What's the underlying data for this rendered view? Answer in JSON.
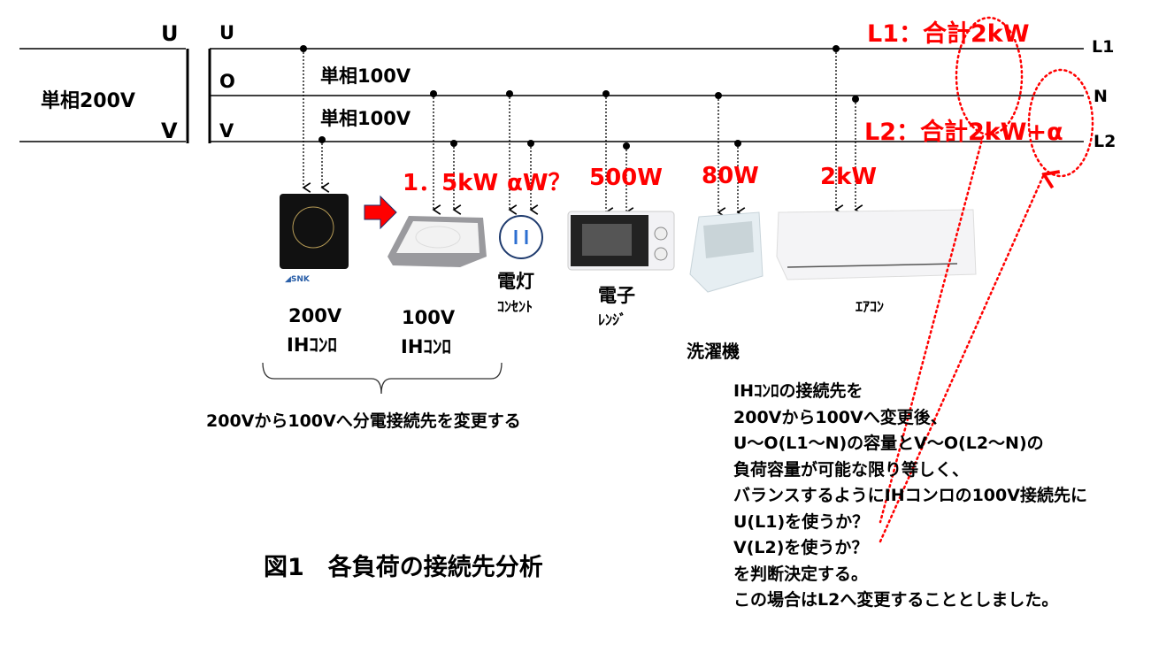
{
  "lines": {
    "left_u": "U",
    "left_v": "V",
    "left_system": "単相200V",
    "right_u": "U",
    "right_o": "O",
    "right_v": "V",
    "single_phase_1": "単相100V",
    "single_phase_2": "単相100V",
    "l1": "L1",
    "n": "N",
    "l2": "L2"
  },
  "totals": {
    "l1_total": "L1：合計2kW",
    "l2_total": "L2：合計2kW+α"
  },
  "loads": [
    {
      "power": "",
      "label_top": "200V",
      "label_bottom": "IHｺﾝﾛ",
      "brand": "SNK"
    },
    {
      "power": "1．5kW",
      "label_top": "100V",
      "label_bottom": "IHｺﾝﾛ"
    },
    {
      "power": "αW？",
      "label_top": "電灯",
      "label_bottom": "ｺﾝｾﾝﾄ"
    },
    {
      "power": "500W",
      "label_top": "電子",
      "label_bottom": "ﾚﾝｼﾞ"
    },
    {
      "power": "80W",
      "label_top": "洗濯機",
      "label_bottom": ""
    },
    {
      "power": "2kW",
      "label_top": "ｴｱｺﾝ",
      "label_bottom": ""
    }
  ],
  "brace_caption": "200Vから100Vへ分電接続先を変更する",
  "figure_caption": "図1　各負荷の接続先分析",
  "note": [
    "IHｺﾝﾛの接続先を",
    "200Vから100Vへ変更後、",
    "U～O(L1～N)の容量とV～O(L2～N)の",
    "負荷容量が可能な限り等しく、",
    "バランスするようにIHコンロの100V接続先に",
    "U(L1)を使うか？",
    "V(L2)を使うか？",
    "を判断決定する。",
    "この場合はL2へ変更することとしました。"
  ],
  "colors": {
    "accent": "#ff0000",
    "line": "#000000",
    "outlet": "#1f4e9a"
  }
}
